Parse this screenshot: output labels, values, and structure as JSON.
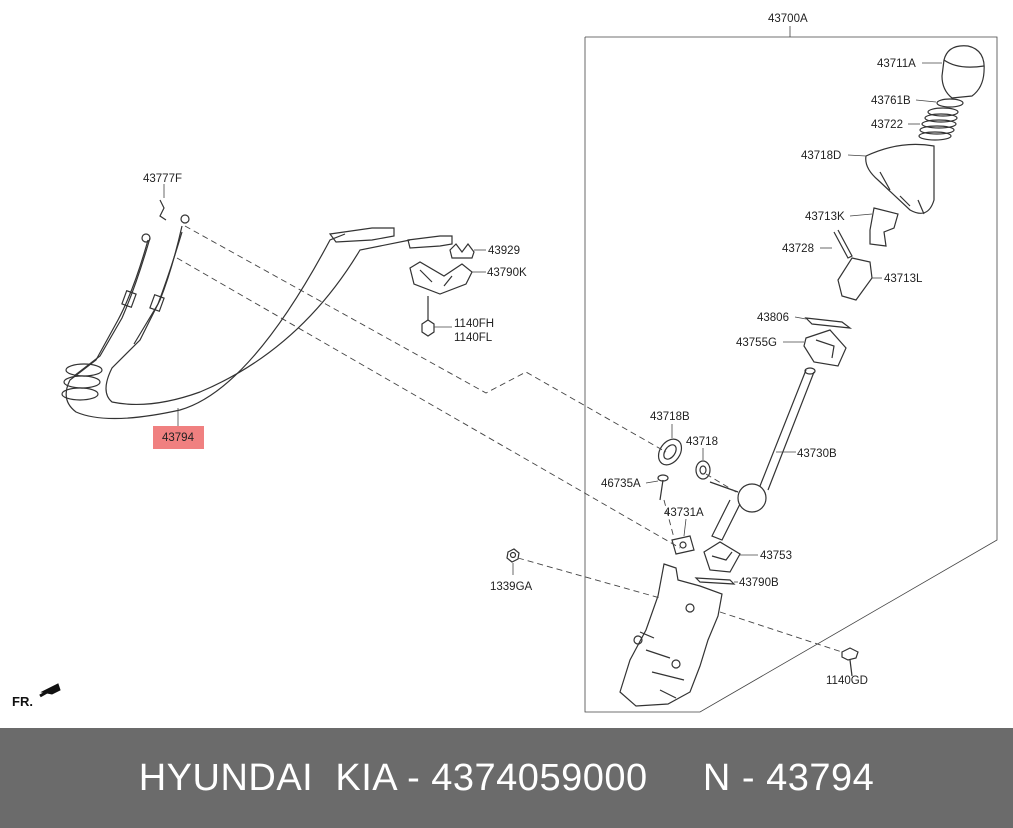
{
  "assembly_label": "43700A",
  "highlight_color": "#f08080",
  "direction_label": "FR.",
  "parts": {
    "p43711A": "43711A",
    "p43761B": "43761B",
    "p43722": "43722",
    "p43718D": "43718D",
    "p43713K": "43713K",
    "p43728": "43728",
    "p43713L": "43713L",
    "p43806": "43806",
    "p43755G": "43755G",
    "p43730B": "43730B",
    "p43718B": "43718B",
    "p43718": "43718",
    "p46735A": "46735A",
    "p43731A": "43731A",
    "p43753": "43753",
    "p43790B": "43790B",
    "p1339GA": "1339GA",
    "p1140GD": "1140GD",
    "p43777F": "43777F",
    "p43929": "43929",
    "p43790K": "43790K",
    "p1140FH": "1140FH",
    "p1140FL": "1140FL",
    "p43794": "43794"
  },
  "footer": {
    "text": "HYUNDAI  KIA - 4374059000     N - 43794"
  }
}
